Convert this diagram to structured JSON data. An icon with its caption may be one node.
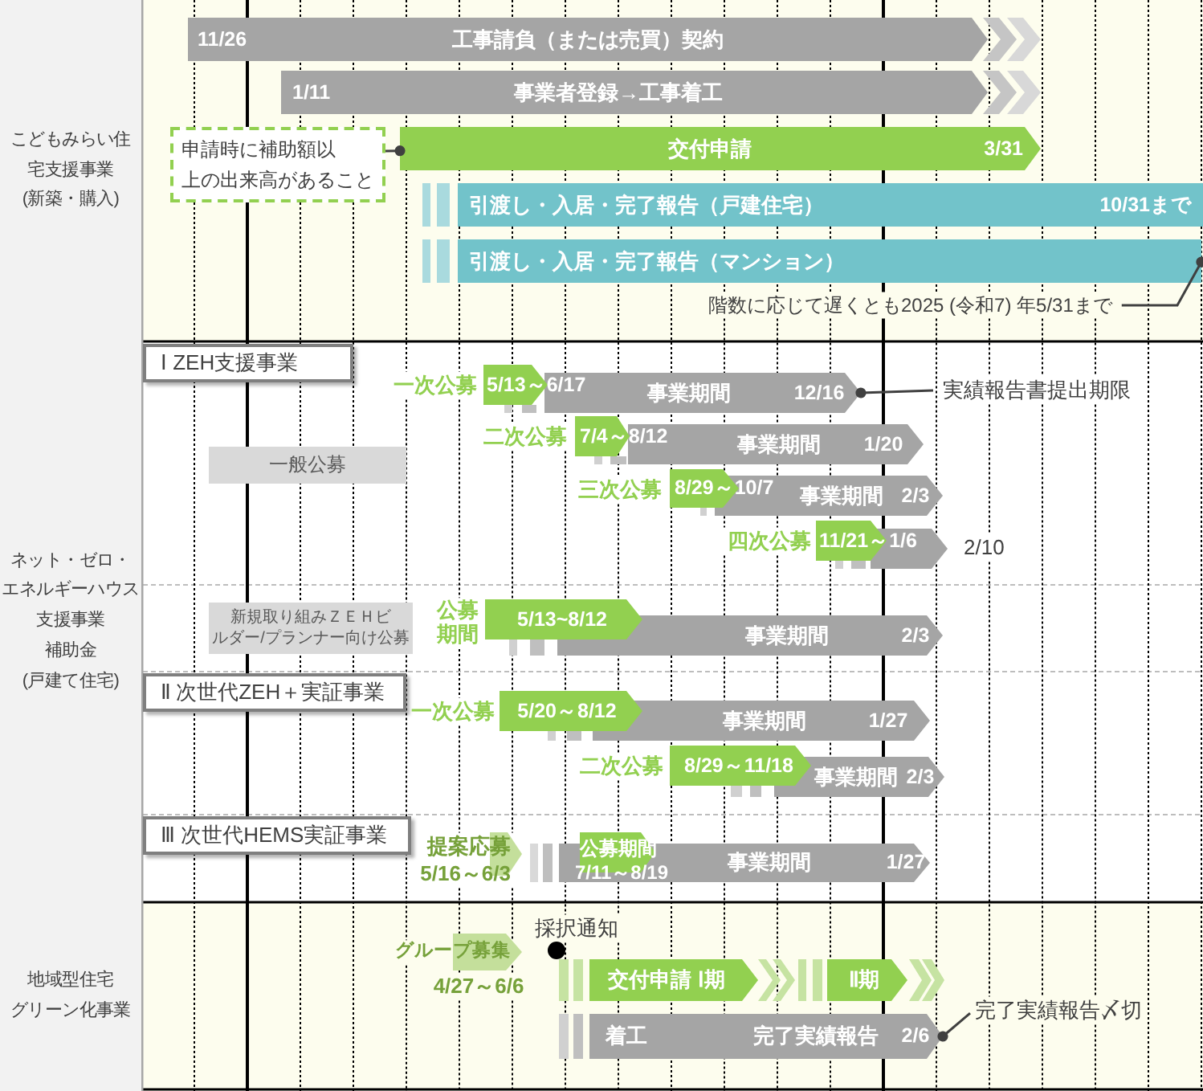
{
  "diagram": {
    "nodes": [
      {
        "text": [
          "こどもみらい住宅支援事業(新築・購入)"
        ]
      },
      {
        "text": [
          "11/26",
          "工事請負（または売買）契約"
        ]
      },
      {
        "text": [
          "1/11",
          "事業者登録→工事着工"
        ]
      },
      {
        "text": [
          "申請時に補助額以上の出来高があること"
        ]
      },
      {
        "text": [
          "交付申請",
          "3/31"
        ]
      },
      {
        "text": [
          "引渡し・入居・完了報告（戸建住宅）",
          "10/31まで"
        ]
      },
      {
        "text": [
          "引渡し・入居・完了報告（マンション）"
        ]
      },
      {
        "text": [
          "階数に応じて遅くとも2025 (令和7) 年5/31まで"
        ]
      },
      {
        "text": [
          "ネット・ゼロ・エネルギーハウス支援事業補助金(戸建て住宅)"
        ]
      },
      {
        "text": [
          "Ⅰ ZEH支援事業"
        ]
      },
      {
        "text": [
          "5/13～6/17"
        ],
        "beside": [
          "一次公募"
        ]
      },
      {
        "text": [
          "事業期間",
          "12/16"
        ]
      },
      {
        "text": [
          "実績報告書提出期限"
        ]
      },
      {
        "text": [
          "一般公募"
        ]
      },
      {
        "text": [
          "7/4～8/12"
        ],
        "beside": [
          "二次公募"
        ]
      },
      {
        "text": [
          "事業期間",
          "1/20"
        ]
      },
      {
        "text": [
          "8/29～10/7"
        ],
        "beside": [
          "三次公募"
        ]
      },
      {
        "text": [
          "事業期間",
          "2/3"
        ]
      },
      {
        "text": [
          "11/21～1/6"
        ],
        "beside": [
          "四次公募"
        ]
      },
      {
        "text": [],
        "shape": "bar",
        "beside": [
          "2/10"
        ]
      },
      {
        "text": [
          "新規取り組みＺＥＨビルダー/プランナー向け公募"
        ]
      },
      {
        "text": [
          "5/13~8/12"
        ],
        "beside": [
          "公募期間"
        ]
      },
      {
        "text": [
          "事業期間",
          "2/3"
        ]
      },
      {
        "text": [
          "Ⅱ 次世代ZEH＋実証事業"
        ]
      },
      {
        "text": [
          "5/20～8/12"
        ],
        "beside": [
          "一次公募"
        ]
      },
      {
        "text": [
          "事業期間",
          "1/27"
        ]
      },
      {
        "text": [
          "8/29～11/18"
        ],
        "beside": [
          "二次公募"
        ]
      },
      {
        "text": [
          "事業期間",
          "2/3"
        ]
      },
      {
        "text": [
          "Ⅲ 次世代HEMS実証事業"
        ]
      },
      {
        "text": [],
        "shape": "bar",
        "beside": [
          "提案応募",
          "5/16～6/3"
        ]
      },
      {
        "text": [
          "公募期間",
          "7/11～8/19"
        ]
      },
      {
        "text": [
          "事業期間",
          "1/27"
        ]
      },
      {
        "text": [
          "地域型住宅グリーン化事業"
        ]
      },
      {
        "text": [],
        "shape": "bar",
        "beside": [
          "グループ募集",
          "4/27～6/6"
        ]
      },
      {
        "text": [],
        "shape": "circle",
        "beside": [
          "採択通知"
        ]
      },
      {
        "text": [
          "交付申請 Ⅰ期"
        ]
      },
      {
        "text": [
          "Ⅱ期"
        ]
      },
      {
        "text": [
          "着工",
          "完了実績報告",
          "2/6"
        ]
      },
      {
        "text": [
          "完了実績報告〆切"
        ]
      }
    ],
    "edges": [
      {
        "from": 3,
        "to": 4,
        "arrow": "other"
      },
      {
        "from": 7,
        "to": 6,
        "arrow": "other"
      },
      {
        "from": 12,
        "to": 11,
        "arrow": "other"
      },
      {
        "from": 38,
        "to": 37,
        "arrow": "other"
      }
    ]
  }
}
